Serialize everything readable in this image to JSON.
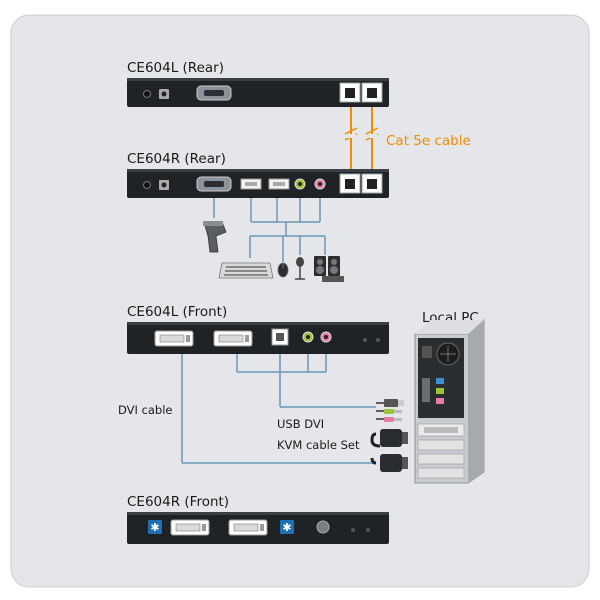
{
  "labels": {
    "ce604l_rear": "CE604L (Rear)",
    "ce604r_rear": "CE604R (Rear)",
    "ce604l_front": "CE604L (Front)",
    "ce604r_front": "CE604R (Front)",
    "cat5e_cable": "Cat 5e cable",
    "local_pc": "Local PC",
    "dvi_cable": "DVI cable",
    "kvm_cable_line1": "USB DVI",
    "kvm_cable_line2": "KVM cable Set"
  },
  "colors": {
    "frame_background": "#e4e6ea",
    "panel_fill": "#1f2326",
    "connection_line": "#6d97b8",
    "cat5e_line": "#f08a00",
    "label_orange": "#f08a00"
  },
  "icons": {
    "barcode_scanner": "barcode-scanner-icon",
    "keyboard": "keyboard-icon",
    "mouse": "mouse-icon",
    "microphone": "microphone-icon",
    "speakers": "speakers-icon",
    "pc_tower": "pc-tower-icon",
    "usb_plug": "usb-plug-icon",
    "audio_plug": "audio-plug-icon",
    "dvi_plug": "dvi-plug-icon"
  }
}
